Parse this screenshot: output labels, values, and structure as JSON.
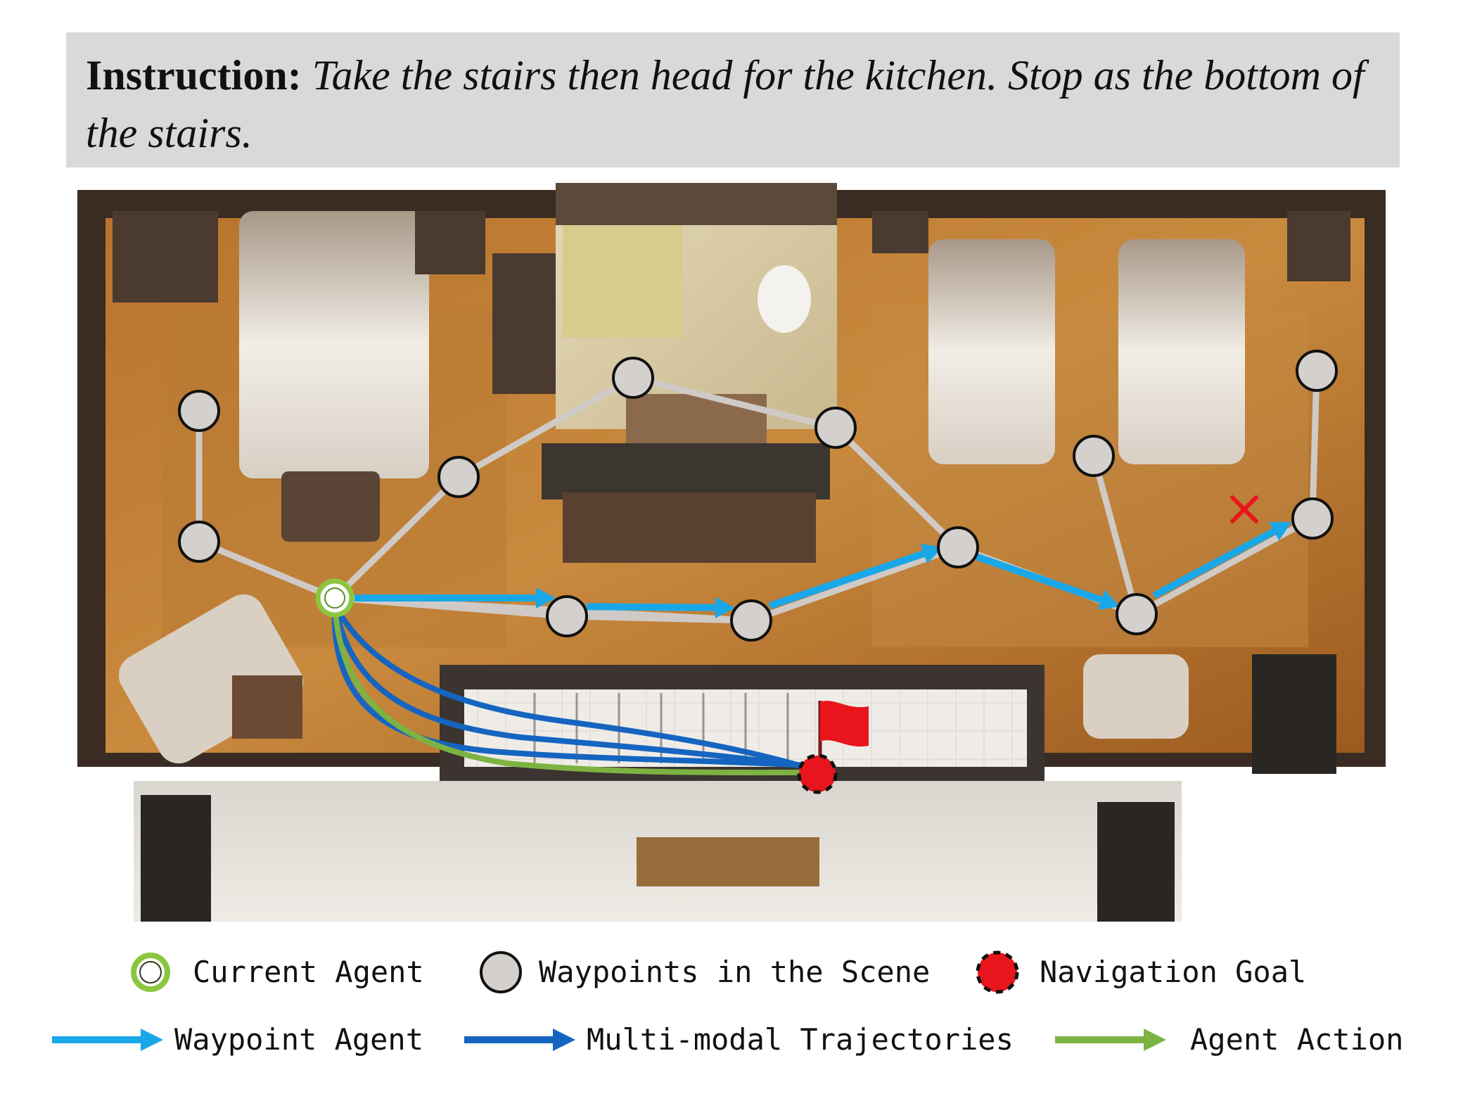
{
  "instruction": {
    "label": "Instruction:",
    "text": "Take the stairs then head for the kitchen. Stop as the bottom of the stairs."
  },
  "legend": {
    "current_agent": "Current Agent",
    "waypoints": "Waypoints in the Scene",
    "goal": "Navigation Goal",
    "waypoint_agent": "Waypoint Agent",
    "multimodal": "Multi-modal Trajectories",
    "agent_action": "Agent Action"
  },
  "colors": {
    "waypoint_fill": "#d3d0cd",
    "edge": "#cfcac6",
    "current_agent": "#8cc63f",
    "waypoint_agent": "#1aa7e8",
    "multimodal": "#1565c0",
    "agent_action": "#7cb342",
    "goal": "#e8161c",
    "wrong_stop": "#e8161c"
  },
  "icons": [
    "current-agent-icon",
    "waypoint-icon",
    "navigation-goal-icon",
    "goal-flag-icon",
    "wrong-stop-icon"
  ]
}
